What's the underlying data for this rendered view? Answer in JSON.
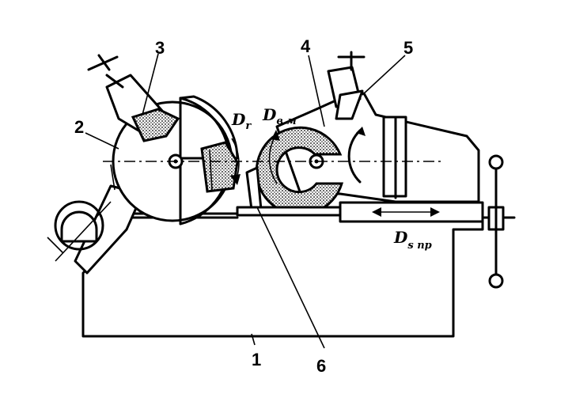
{
  "callouts": [
    {
      "id": "1",
      "text": "1"
    },
    {
      "id": "2",
      "text": "2"
    },
    {
      "id": "3",
      "text": "3"
    },
    {
      "id": "4",
      "text": "4"
    },
    {
      "id": "5",
      "text": "5"
    },
    {
      "id": "6",
      "text": "6"
    }
  ],
  "motion_labels": {
    "grinding_wheel": {
      "main": "D",
      "sub": "r"
    },
    "workpiece": {
      "main": "D",
      "sub": "в.м"
    },
    "feed": {
      "main": "D",
      "sub": "s пр"
    }
  }
}
